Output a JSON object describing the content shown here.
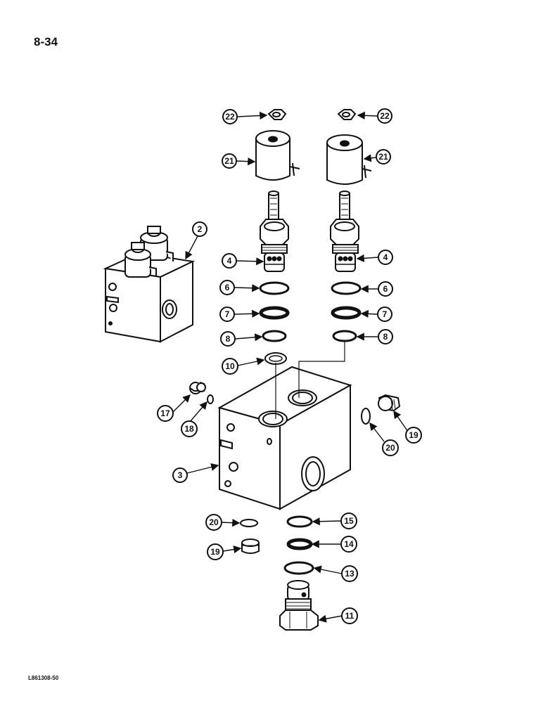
{
  "page": {
    "number": "8-34",
    "figure_code": "L861308-50"
  },
  "callouts": {
    "c22a": "22",
    "c22b": "22",
    "c21a": "21",
    "c21b": "21",
    "c2": "2",
    "c4a": "4",
    "c4b": "4",
    "c6a": "6",
    "c6b": "6",
    "c7a": "7",
    "c7b": "7",
    "c8a": "8",
    "c8b": "8",
    "c10": "10",
    "c17": "17",
    "c18": "18",
    "c19a": "19",
    "c19b": "19",
    "c20a": "20",
    "c20b": "20",
    "c3": "3",
    "c15": "15",
    "c14": "14",
    "c13": "13",
    "c11": "11"
  }
}
